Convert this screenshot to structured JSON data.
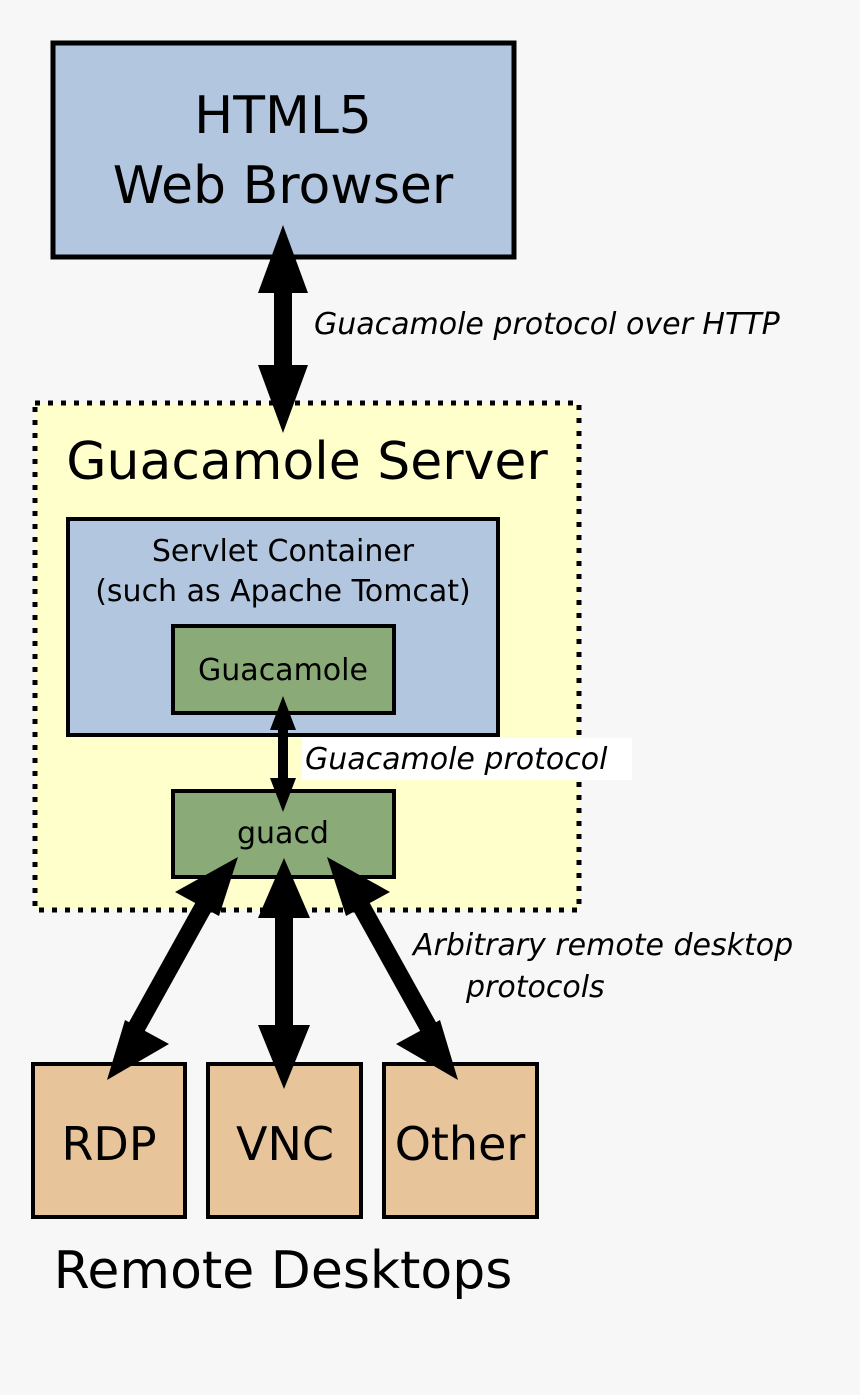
{
  "browser": {
    "line1": "HTML5",
    "line2": "Web Browser"
  },
  "edge_labels": {
    "browser_to_server": "Guacamole protocol over HTTP",
    "guacamole_to_guacd": "Guacamole protocol",
    "guacd_to_remote_line1": "Arbitrary remote desktop",
    "guacd_to_remote_line2": "protocols"
  },
  "server": {
    "title": "Guacamole Server",
    "container_line1": "Servlet Container",
    "container_line2": "(such as Apache Tomcat)",
    "webapp": "Guacamole",
    "daemon": "guacd"
  },
  "remote": {
    "items": [
      "RDP",
      "VNC",
      "Other"
    ],
    "caption": "Remote Desktops"
  },
  "colors": {
    "background": "#f7f7f7",
    "blue_box": "#b2c6e0",
    "yellow_area": "#ffffcc",
    "green_box": "#8aaa78",
    "orange_box": "#e8c49a",
    "stroke": "#000000"
  }
}
